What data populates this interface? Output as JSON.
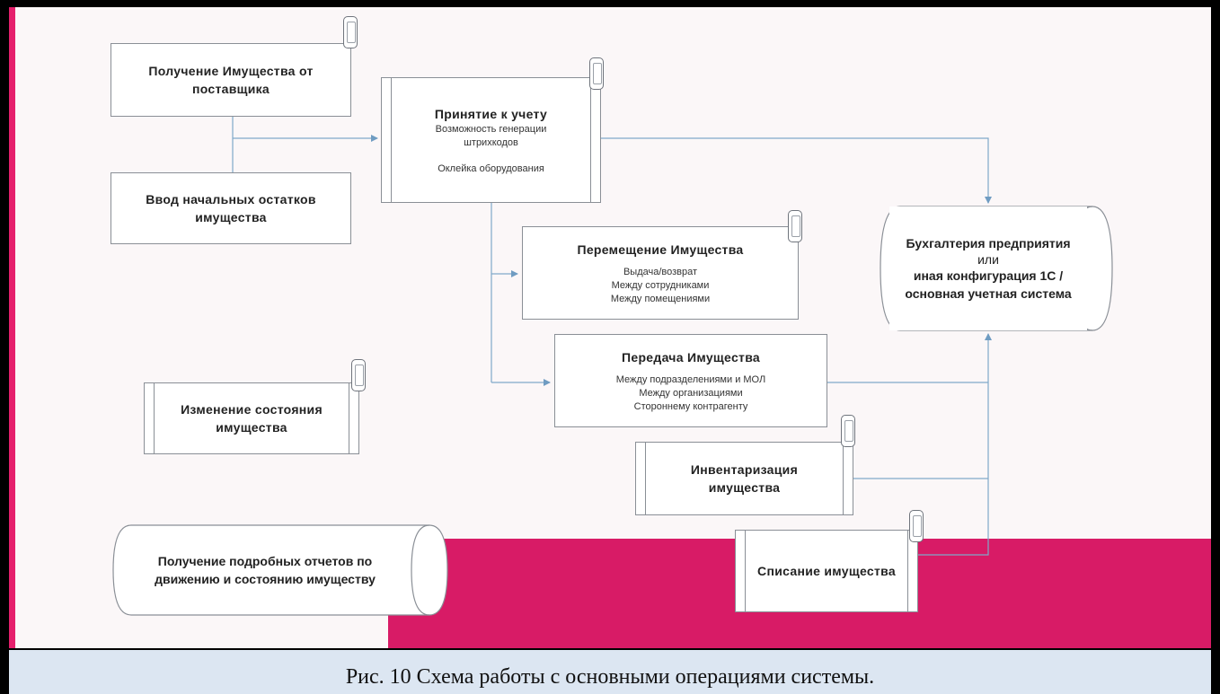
{
  "diagram": {
    "receive": {
      "title": "Получение Имущества от поставщика"
    },
    "opening": {
      "title": "Ввод начальных остатков имущества"
    },
    "accept": {
      "title": "Принятие к учету",
      "line1": "Возможность генерации штрихкодов",
      "line2": "Оклейка оборудования"
    },
    "move": {
      "title": "Перемещение Имущества",
      "lines": [
        "Выдача/возврат",
        "Между сотрудниками",
        "Между помещениями"
      ]
    },
    "transfer": {
      "title": "Передача Имущества",
      "lines": [
        "Между подразделениями и МОЛ",
        "Между организациями",
        "Стороннему контрагенту"
      ]
    },
    "accounting": {
      "line1": "Бухгалтерия предприятия",
      "line2": "или",
      "line3": "иная конфигурация 1С /",
      "line4": "основная учетная система"
    },
    "state": {
      "title": "Изменение состояния имущества"
    },
    "inventory": {
      "title": "Инвентаризация имущества"
    },
    "reports": {
      "title": "Получение подробных отчетов по движению и состоянию имуществу"
    },
    "writeoff": {
      "title": "Списание имущества"
    },
    "colors": {
      "accent": "#d81b66",
      "line": "#7fa8c9",
      "border": "#8a8f96"
    },
    "icons": [
      "phone-icon"
    ]
  },
  "caption": "Рис. 10 Схема работы с основными операциями системы."
}
